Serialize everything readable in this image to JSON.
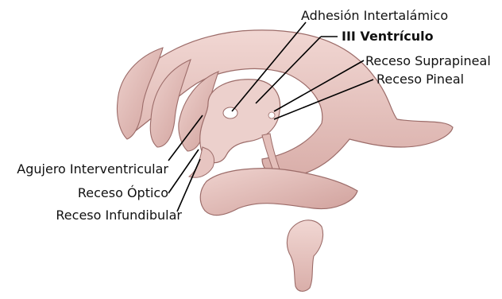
{
  "labels": {
    "adhesion": "Adhesión Intertalámico",
    "ventriculo": "III Ventrículo",
    "suprapineal": "Receso Suprapineal",
    "pineal": "Receso Pineal",
    "agujero": "Agujero Interventricular",
    "optico": "Receso Óptico",
    "infundibular": "Receso Infundibular"
  },
  "colors": {
    "tissue_fill": "#e9c8c4",
    "tissue_shadow": "#c99a96",
    "tissue_outline": "#9c6c69",
    "leader_line": "#000000",
    "cavity": "#ffffff"
  }
}
